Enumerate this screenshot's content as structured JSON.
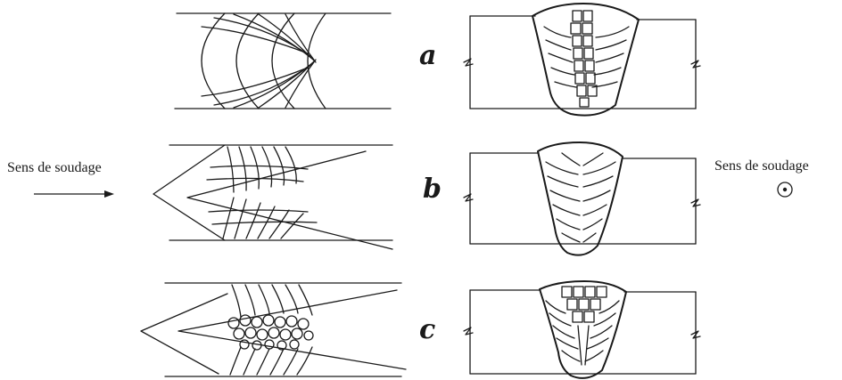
{
  "left_caption": "Sens de soudage",
  "right_caption": "Sens de soudage",
  "labels": [
    "a",
    "b",
    "c"
  ],
  "colors": {
    "ink": "#1a1a1a",
    "background": "#ffffff"
  },
  "icons": {
    "direction_arrow": "right-arrow-icon",
    "out_of_plane": "dot-in-circle-icon"
  }
}
